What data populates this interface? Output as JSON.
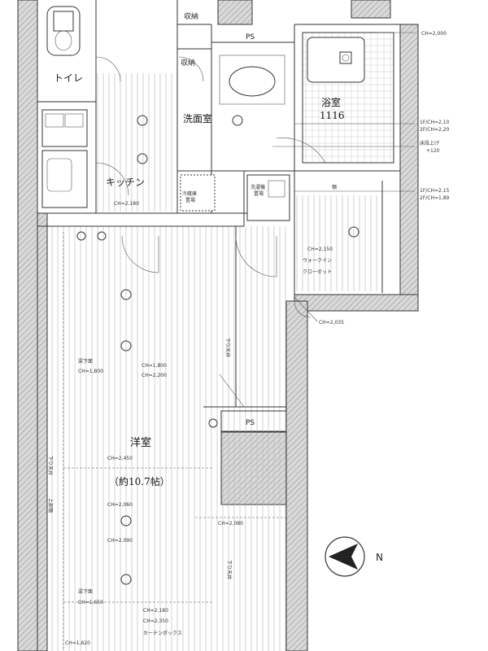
{
  "rooms": {
    "toilet": "トイレ",
    "storage_small": "収納",
    "storage_small2": "収納",
    "washroom": "洗面室",
    "bathroom": "浴室",
    "bath_size": "1116",
    "kitchen": "キッチン",
    "refrigerator_space": "冷蔵庫\n置場",
    "washer_space": "洗濯機\n置場",
    "walkin_closet": "ウォークイン\nクローゼット",
    "western_room": "洋室",
    "western_room_size": "（約10.7帖）",
    "ps_top": "PS",
    "ps_mid": "PS"
  },
  "annotations": {
    "ch_2000": "CH=2,000",
    "ch_bath_1": "1F/CH=2,10",
    "ch_bath_2": "2F/CH=2,20",
    "floor_raise_1": "床段上げ",
    "floor_raise_2": "+120",
    "ch_closet_1": "1F/CH=2,15",
    "ch_closet_2": "2F/CH=1,89",
    "shelf": "棚",
    "ch_kitchen": "CH=2,180",
    "ch_wic": "CH=2,150",
    "ch_2035": "CH=2,035",
    "ceiling_down_1": "下り天井",
    "beam_down_1": "梁下面",
    "ch_1800a": "CH=1,800",
    "ch_1800b": "CH=1,800",
    "ch_2200": "CH=2,200",
    "ch_2450": "CH=2,450",
    "ch_2060": "CH=2,060",
    "ch_2090": "CH=2,090",
    "ceiling_down_2": "下り天井",
    "upper_shelf": "上部棚",
    "ch_2080": "CH=2,080",
    "ceiling_down_3": "下り天井",
    "beam_down_2": "梁下面",
    "ch_1650": "CH=1,650",
    "ch_2180": "CH=2,180",
    "ch_2350": "CH=2,350",
    "curtain_box": "カーテンボックス",
    "ch_1620": "CH=1,620"
  },
  "compass": {
    "label": "N"
  }
}
